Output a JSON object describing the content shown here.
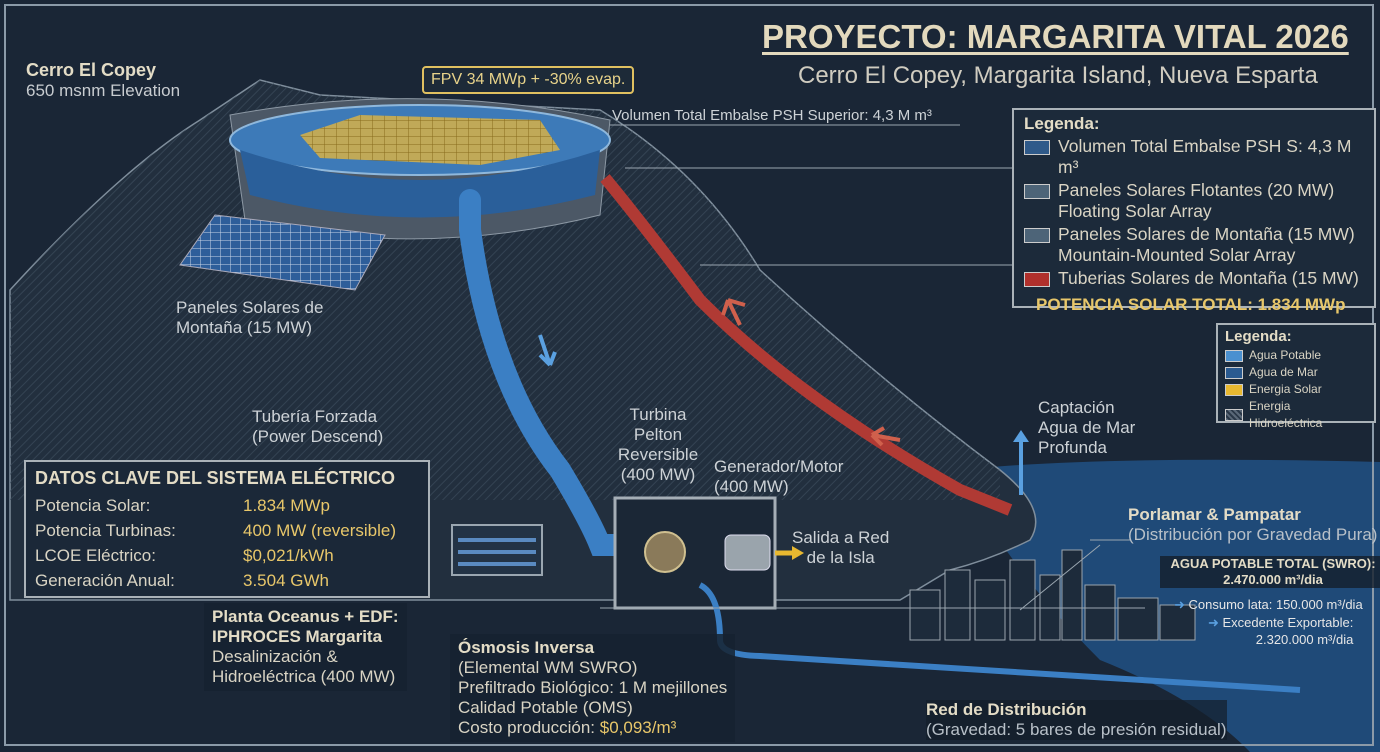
{
  "header": {
    "title": "PROYECTO: MARGARITA VITAL 2026",
    "subtitle": "Cerro El Copey, Margarita Island, Nueva Esparta"
  },
  "mountain": {
    "name": "Cerro El Copey",
    "elevation": "650 msnm Elevation"
  },
  "fpv_callout": "FPV 34 MWp + -30% evap.",
  "reservoir_label": "Volumen Total Embalse PSH Superior: 4,3 M m³",
  "mountain_panels_label": [
    "Paneles Solares de",
    "Montaña (15 MW)"
  ],
  "penstock_label": [
    "Tubería Forzada",
    "(Power Descend)"
  ],
  "turbine_label": [
    "Turbina",
    "Pelton",
    "Reversible",
    "(400 MW)"
  ],
  "generator_label": [
    "Generador/Motor",
    "(400 MW)"
  ],
  "grid_output_label": [
    "Salida a Red",
    "de la Isla"
  ],
  "intake_label": [
    "Captación",
    "Agua de Mar",
    "Profunda"
  ],
  "legend_main": {
    "title": "Legenda:",
    "items": [
      {
        "lines": [
          "Volumen Total Embalse PSH S: 4,3 M m³"
        ],
        "color": "#2f5a8a"
      },
      {
        "lines": [
          "Paneles Solares Flotantes (20 MW)",
          "Floating Solar Array"
        ],
        "color": "#4d6478"
      },
      {
        "lines": [
          "Paneles Solares de Montaña (15 MW)",
          "Mountain-Mounted Solar Array"
        ],
        "color": "#4d6478"
      },
      {
        "lines": [
          "Tuberias Solares de Montaña (15 MW)"
        ],
        "color": "#b0302c"
      }
    ],
    "total": "POTENCIA SOLAR TOTAL: 1.834 MWp"
  },
  "legend_flows": {
    "title": "Legenda:",
    "items": [
      {
        "label": "Agua Potable",
        "color": "#4a90d0"
      },
      {
        "label": "Agua de Mar",
        "color": "#2a5a90"
      },
      {
        "label": "Energia Solar",
        "color": "#e8b830"
      },
      {
        "label": "Energia Hidroeléctrica",
        "color": "#5a6878"
      }
    ]
  },
  "key_data": {
    "title": "DATOS CLAVE DEL SISTEMA ELÉCTRICO",
    "rows": [
      {
        "label": "Potencia Solar:",
        "value": "1.834 MWp"
      },
      {
        "label": "Potencia Turbinas:",
        "value": "400 MW (reversible)"
      },
      {
        "label": "LCOE Eléctrico:",
        "value": "$0,021/kWh"
      },
      {
        "label": "Generación Anual:",
        "value": "3.504 GWh"
      }
    ]
  },
  "plant": {
    "title1": "Planta Oceanus + EDF:",
    "title2": "IPHROCES Margarita",
    "desc1": "Desalinización &",
    "desc2": "Hidroeléctrica (400 MW)"
  },
  "osmosis": {
    "title": "Ósmosis Inversa",
    "lines": [
      "(Elemental WM SWRO)",
      "Prefiltrado Biológico: 1 M mejillones",
      "Calidad Potable (OMS)"
    ],
    "cost_label": "Costo producción: ",
    "cost_value": "$0,093/m³"
  },
  "city": {
    "title": "Porlamar & Pampatar",
    "subtitle": "(Distribución por Gravedad Pura)"
  },
  "water_total": {
    "title": "AGUA POTABLE TOTAL (SWRO):",
    "value": "2.470.000 m³/dia",
    "consumption": "Consumo lata: 150.000 m³/dia",
    "surplus_label": "Excedente Exportable:",
    "surplus_value": "2.320.000 m³/dia"
  },
  "distribution": {
    "title": "Red de Distribución",
    "subtitle": "(Gravedad: 5 bares de presión residual)"
  }
}
